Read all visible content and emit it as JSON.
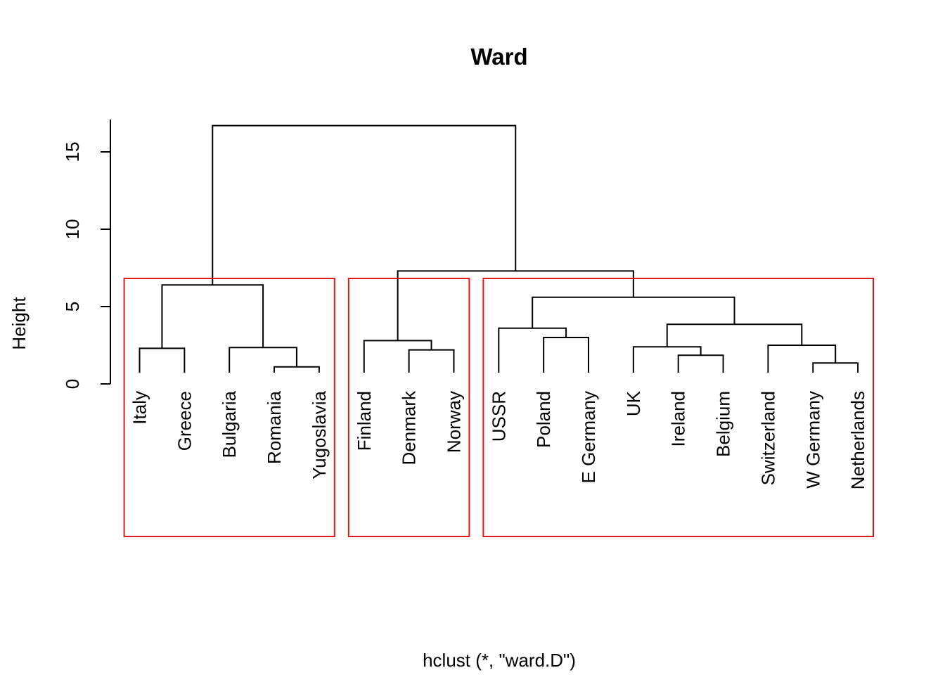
{
  "chart_data": {
    "type": "dendrogram",
    "title": "Ward",
    "ylabel": "Height",
    "xlabel": "hclust (*, \"ward.D\")",
    "ylim": [
      0,
      17
    ],
    "yticks": [
      0,
      5,
      10,
      15
    ],
    "leaves": [
      "Italy",
      "Greece",
      "Bulgaria",
      "Romania",
      "Yugoslavia",
      "Finland",
      "Denmark",
      "Norway",
      "USSR",
      "Poland",
      "E Germany",
      "UK",
      "Ireland",
      "Belgium",
      "Switzerland",
      "W Germany",
      "Netherlands"
    ],
    "merges": [
      {
        "a": "L3",
        "b": "L4",
        "height": 1.1
      },
      {
        "a": "L15",
        "b": "L16",
        "height": 1.35
      },
      {
        "a": "L12",
        "b": "L13",
        "height": 1.85
      },
      {
        "a": "L6",
        "b": "L7",
        "height": 2.2
      },
      {
        "a": "L0",
        "b": "L1",
        "height": 2.3
      },
      {
        "a": "L2",
        "b": "M0",
        "height": 2.35
      },
      {
        "a": "L11",
        "b": "M2",
        "height": 2.4
      },
      {
        "a": "L14",
        "b": "M1",
        "height": 2.5
      },
      {
        "a": "L5",
        "b": "M3",
        "height": 2.8
      },
      {
        "a": "L9",
        "b": "L10",
        "height": 3.0
      },
      {
        "a": "L8",
        "b": "M9",
        "height": 3.6
      },
      {
        "a": "M6",
        "b": "M7",
        "height": 3.85
      },
      {
        "a": "M10",
        "b": "M11",
        "height": 5.6
      },
      {
        "a": "M4",
        "b": "M5",
        "height": 6.4
      },
      {
        "a": "M8",
        "b": "M12",
        "height": 7.3
      },
      {
        "a": "M13",
        "b": "M14",
        "height": 16.7
      }
    ],
    "rect_groups": [
      [
        0,
        4
      ],
      [
        5,
        7
      ],
      [
        8,
        16
      ]
    ],
    "rect_color": "#e31a1c"
  }
}
